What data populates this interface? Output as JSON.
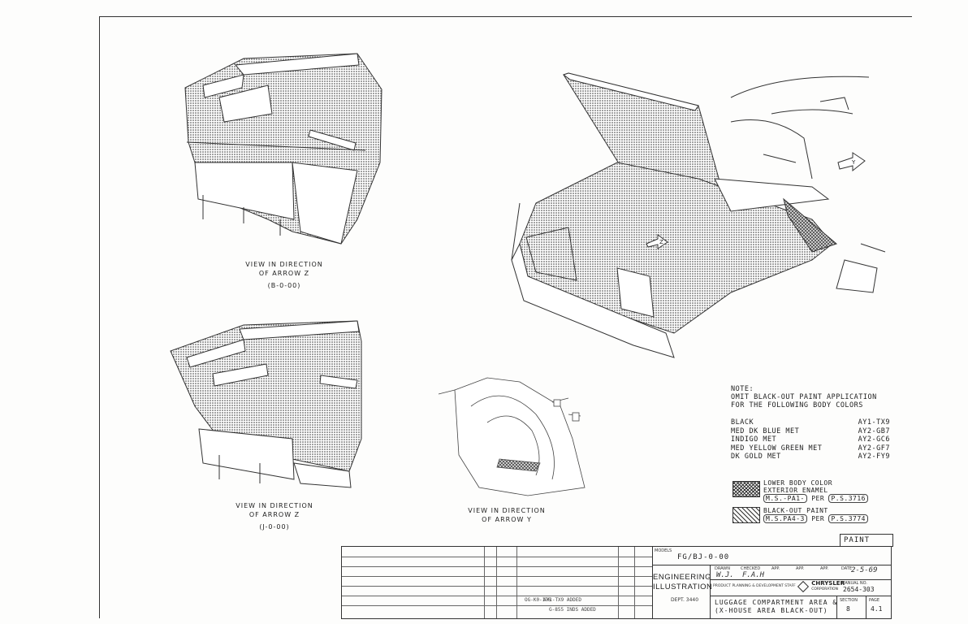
{
  "views": {
    "z_top": {
      "line1": "VIEW IN DIRECTION",
      "line2": "OF ARROW Z",
      "code": "(B-0-00)"
    },
    "z_bottom": {
      "line1": "VIEW IN DIRECTION",
      "line2": "OF ARROW Z",
      "code": "(J-0-00)"
    },
    "y": {
      "line1": "VIEW IN DIRECTION",
      "line2": "OF ARROW Y"
    }
  },
  "arrows": {
    "y": "Y",
    "z": "Z"
  },
  "note": {
    "title": "NOTE:",
    "line1": "OMIT BLACK-OUT PAINT APPLICATION",
    "line2": "FOR THE FOLLOWING BODY COLORS",
    "colors": [
      {
        "name": "BLACK",
        "code": "AY1-TX9"
      },
      {
        "name": "MED DK BLUE MET",
        "code": "AY2-GB7"
      },
      {
        "name": "INDIGO MET",
        "code": "AY2-GC6"
      },
      {
        "name": "MED YELLOW GREEN MET",
        "code": "AY2-GF7"
      },
      {
        "name": "DK GOLD MET",
        "code": "AY2-FY9"
      }
    ]
  },
  "legend": {
    "lower": {
      "line1": "LOWER BODY COLOR",
      "line2": "EXTERIOR ENAMEL",
      "spec": "M.S.-PA1-",
      "per": "PER",
      "ps": "P.S.3716"
    },
    "blackout": {
      "line1": "BLACK-OUT PAINT",
      "spec": "M.S.PA4-3",
      "per": "PER",
      "ps": "P.S.3774"
    }
  },
  "category": "PAINT",
  "title_block": {
    "models_label": "MODELS",
    "models": "FG/BJ-0-00",
    "eng1": "ENGINEERING",
    "eng2": "ILLUSTRATION",
    "ppd": "PRODUCT PLANNING & DEVELOPMENT STAFF",
    "dept": "DEPT. 3440",
    "drawn_label": "DRAWN",
    "drawn": "W.J.",
    "checked_label": "CHECKED",
    "checked": "F.A.H",
    "app_label": "APP.",
    "date_label": "DATE",
    "date": "2-5-69",
    "manual_label": "MANUAL NO.",
    "manual": "2654-303",
    "brand1": "CHRYSLER",
    "brand2": "CORPORATION",
    "title1": "LUGGAGE COMPARTMENT AREA &",
    "title2": "(X-HOUSE AREA BLACK-OUT)",
    "section_label": "SECTION",
    "section": "8",
    "page_label": "PAGE",
    "page": "4.1"
  },
  "revision": {
    "r1": "OG-K0-176",
    "r2": "G-855 INDS ADDED",
    "r3": "AY1-TX9 ADDED"
  }
}
